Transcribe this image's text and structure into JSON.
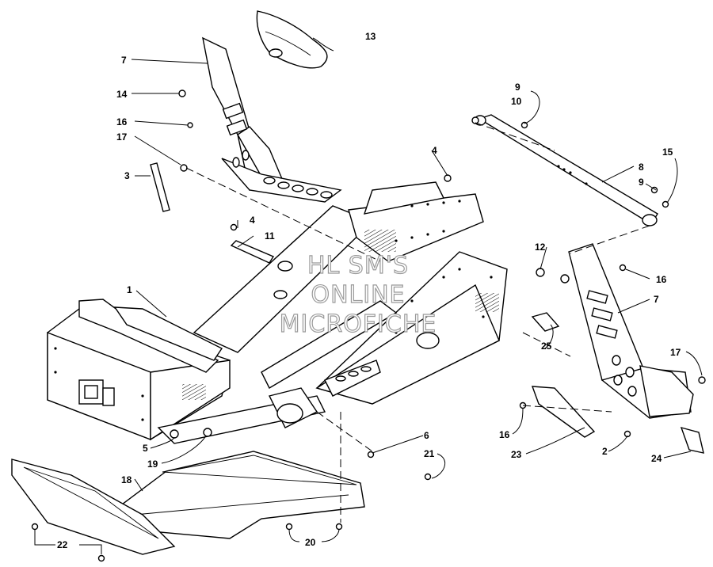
{
  "watermark": {
    "lines": [
      "HL SM'S",
      "ONLINE",
      "MICROFICHE"
    ]
  },
  "callouts": {
    "c1": "1",
    "c2": "2",
    "c3": "3",
    "c4a": "4",
    "c4b": "4",
    "c5": "5",
    "c6": "6",
    "c7a": "7",
    "c7b": "7",
    "c8": "8",
    "c9a": "9",
    "c9b": "9",
    "c10": "10",
    "c11": "11",
    "c12": "12",
    "c13": "13",
    "c14": "14",
    "c15": "15",
    "c16a": "16",
    "c16b": "16",
    "c16c": "16",
    "c17a": "17",
    "c17b": "17",
    "c18": "18",
    "c19": "19",
    "c20": "20",
    "c21": "21",
    "c22": "22",
    "c23": "23",
    "c24": "24",
    "c25": "25"
  }
}
